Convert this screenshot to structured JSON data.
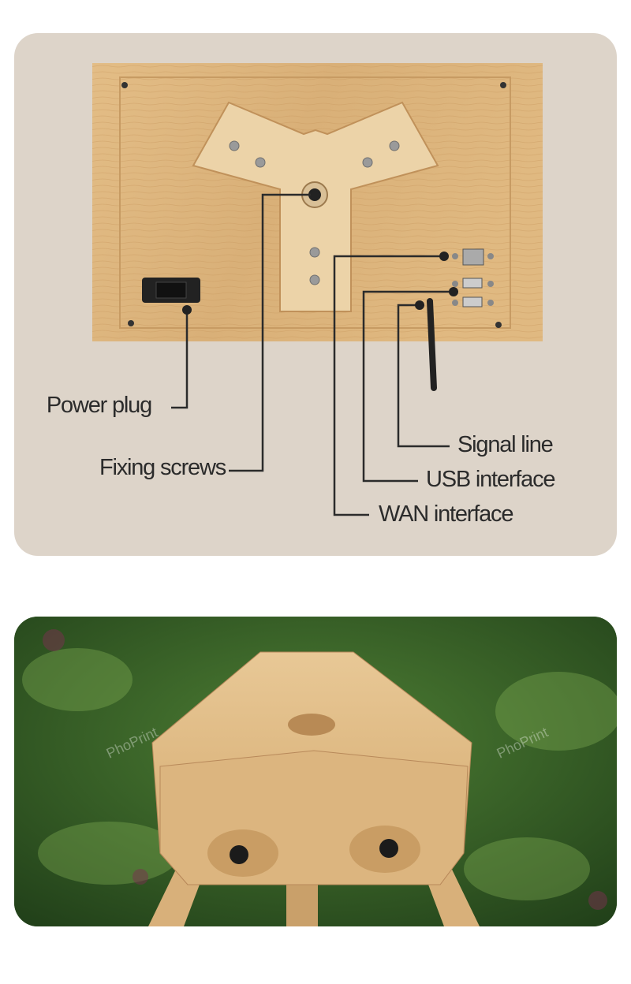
{
  "callouts": {
    "power_plug": "Power plug",
    "fixing_screws": "Fixing screws",
    "signal_line": "Signal line",
    "usb_interface": "USB interface",
    "wan_interface": "WAN interface"
  },
  "watermark": "PhoPrint",
  "colors": {
    "panel_bg": "#ddd4c9",
    "wood": "#dcb47c",
    "line": "#2b2b2b"
  }
}
